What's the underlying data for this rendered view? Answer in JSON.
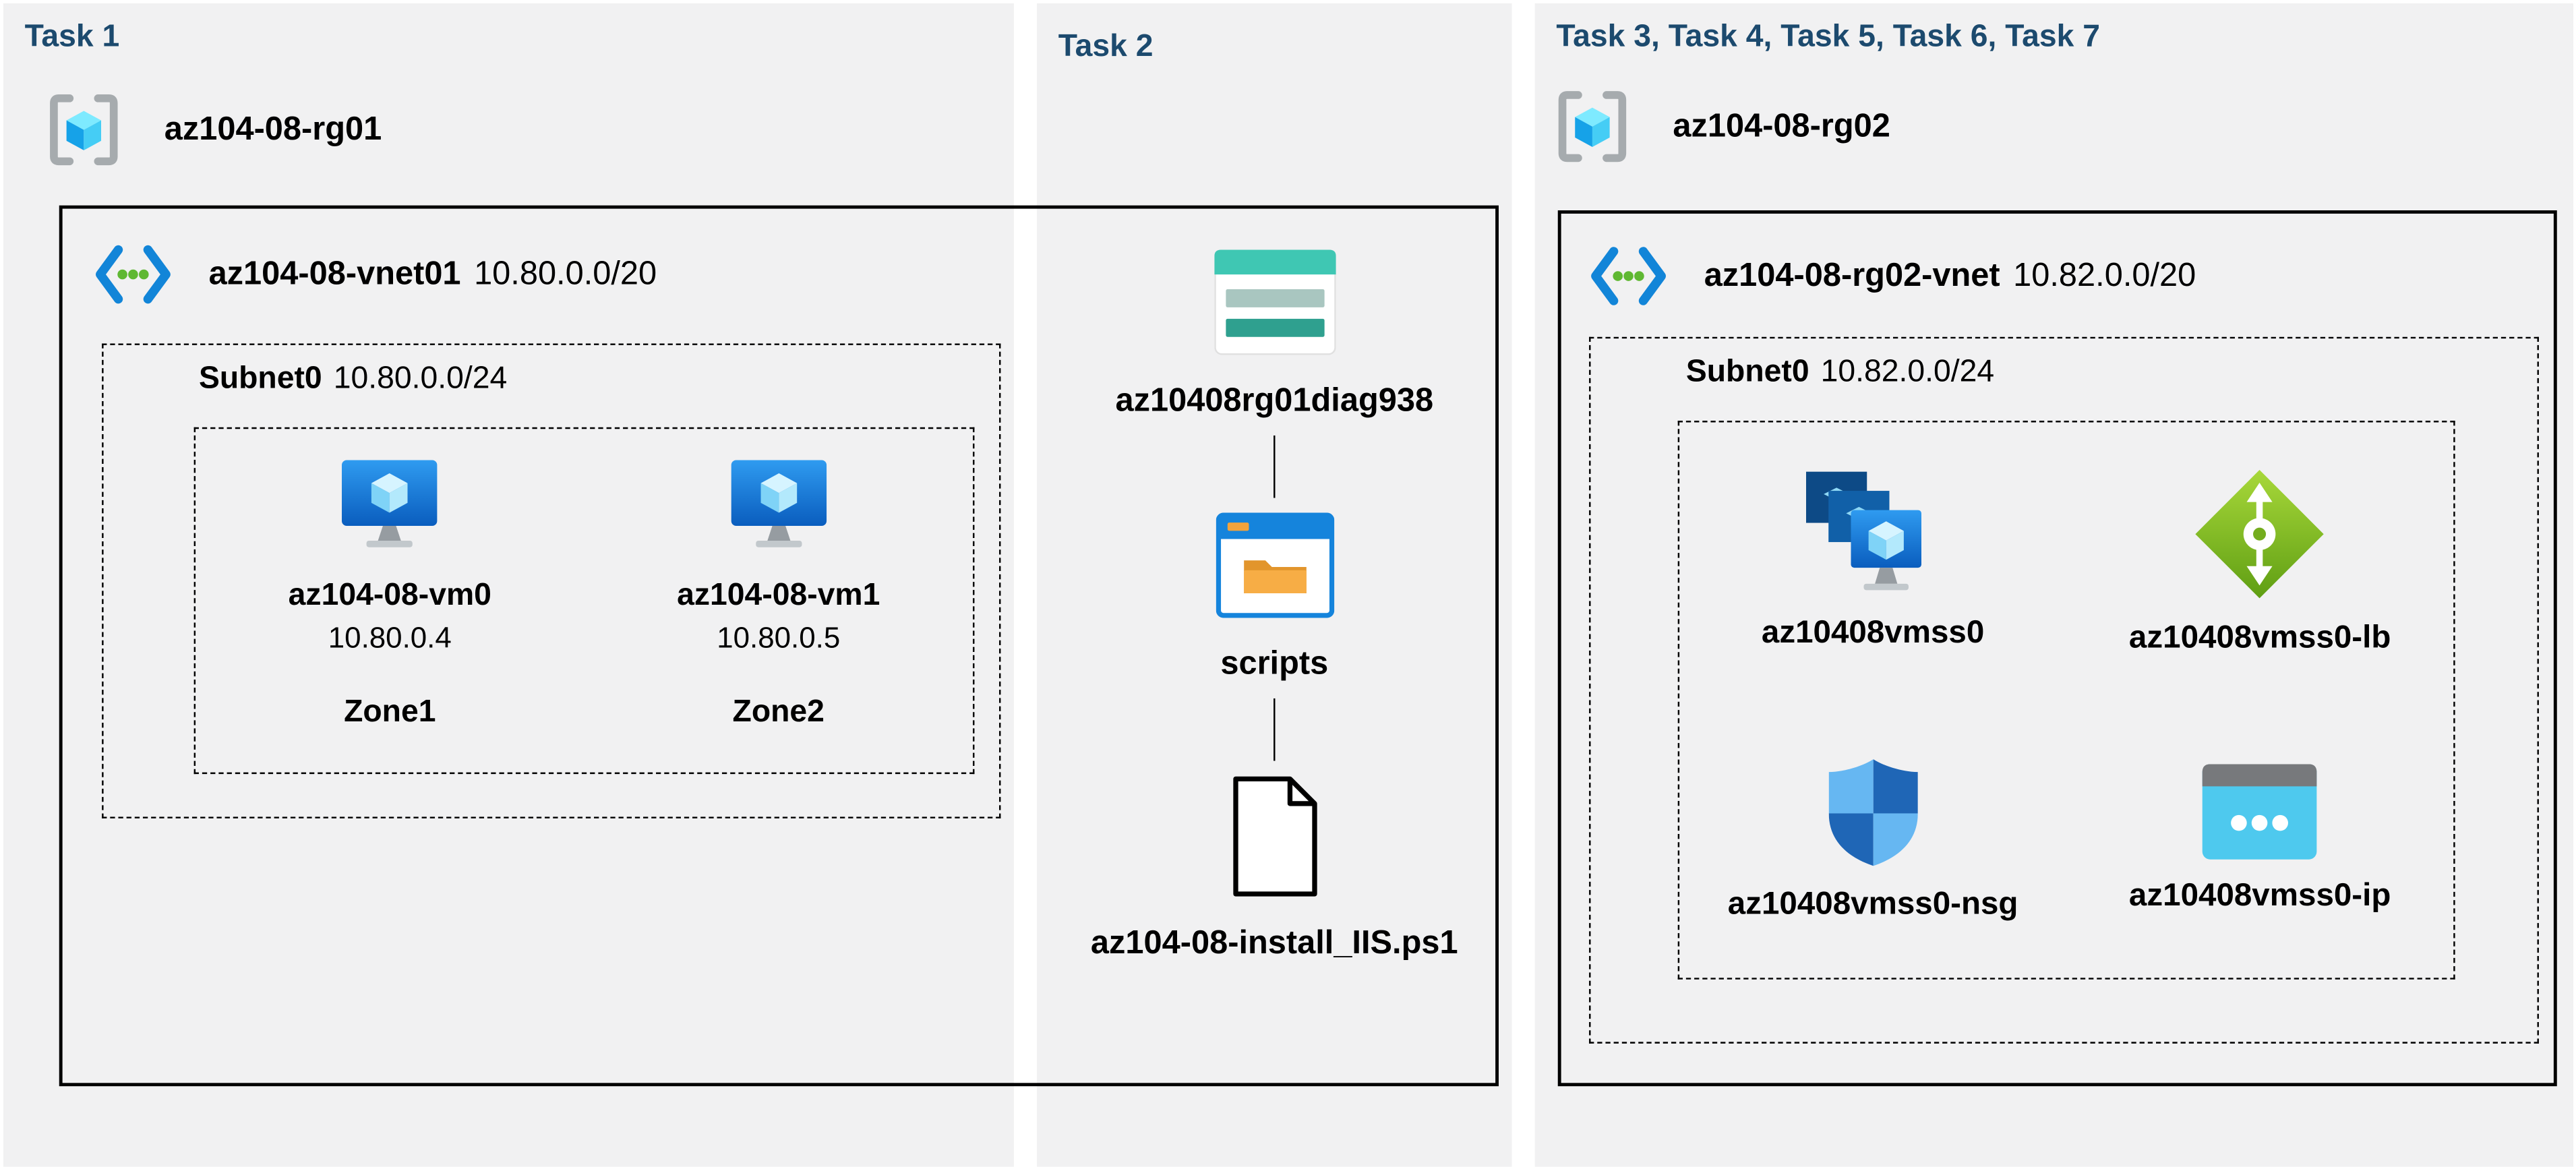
{
  "colors": {
    "panel_background": "#f1f1f2",
    "title_text": "#1c4a6e",
    "box_outline": "#000000",
    "vnet_blue": "#1285d8",
    "vnet_dot_green": "#5fb832",
    "storage_teal": "#3fc7b3",
    "folder_orange": "#f2a33c",
    "load_balancer_green": "#84bd29",
    "nsg_blue": "#2e7cd6",
    "public_ip_cyan": "#4ec9ee"
  },
  "icons": {
    "resource_group": "resource-group-icon",
    "virtual_network": "virtual-network-icon",
    "virtual_machine": "virtual-machine-icon",
    "storage_account": "storage-account-icon",
    "blob_container": "blob-container-folder-icon",
    "script_file": "file-document-icon",
    "vm_scale_set": "vm-scale-set-icon",
    "load_balancer": "load-balancer-icon",
    "network_security_group": "nsg-shield-icon",
    "public_ip": "public-ip-icon"
  },
  "panels": {
    "task1": {
      "title": "Task 1",
      "resource_group": {
        "name": "az104-08-rg01"
      },
      "vnet": {
        "name": "az104-08-vnet01",
        "cidr": "10.80.0.0/20"
      },
      "subnet": {
        "name": "Subnet0",
        "cidr": "10.80.0.0/24"
      },
      "vms": [
        {
          "name": "az104-08-vm0",
          "ip": "10.80.0.4",
          "zone": "Zone1"
        },
        {
          "name": "az104-08-vm1",
          "ip": "10.80.0.5",
          "zone": "Zone2"
        }
      ]
    },
    "task2": {
      "title": "Task 2",
      "storage_account": {
        "name": "az10408rg01diag938"
      },
      "container": {
        "name": "scripts"
      },
      "file": {
        "name": "az104-08-install_IIS.ps1"
      }
    },
    "task3": {
      "title": "Task 3, Task 4, Task 5, Task 6, Task 7",
      "resource_group": {
        "name": "az104-08-rg02"
      },
      "vnet": {
        "name": "az104-08-rg02-vnet",
        "cidr": "10.82.0.0/20"
      },
      "subnet": {
        "name": "Subnet0",
        "cidr": "10.82.0.0/24"
      },
      "resources": [
        {
          "name": "az10408vmss0",
          "type": "virtual-machine-scale-set"
        },
        {
          "name": "az10408vmss0-lb",
          "type": "load-balancer"
        },
        {
          "name": "az10408vmss0-nsg",
          "type": "network-security-group"
        },
        {
          "name": "az10408vmss0-ip",
          "type": "public-ip-address"
        }
      ]
    }
  }
}
